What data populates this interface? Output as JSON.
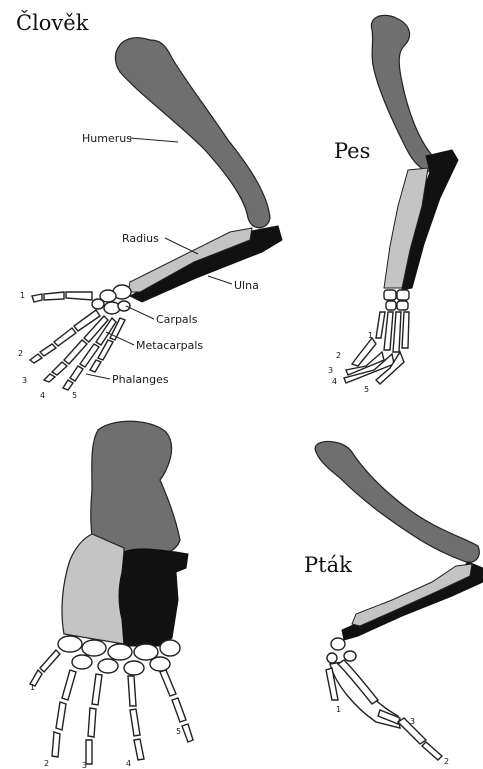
{
  "colors": {
    "humerus": "#6f6f6f",
    "radius": "#c4c4c4",
    "ulna": "#111111",
    "outline": "#222222",
    "hand_bone": "#ffffff",
    "background": "#ffffff"
  },
  "panels": {
    "human": {
      "title": "Člověk",
      "labels": {
        "humerus": "Humerus",
        "radius": "Radius",
        "ulna": "Ulna",
        "carpals": "Carpals",
        "metacarpals": "Metacarpals",
        "phalanges": "Phalanges"
      },
      "digits": [
        "1",
        "2",
        "3",
        "4",
        "5"
      ]
    },
    "dog": {
      "title": "Pes",
      "digits": [
        "1",
        "2",
        "3",
        "4",
        "5"
      ]
    },
    "whale": {
      "digits": [
        "1",
        "2",
        "3",
        "4",
        "5"
      ]
    },
    "bird": {
      "title": "Pták",
      "digits": [
        "1",
        "3",
        "2"
      ]
    }
  }
}
